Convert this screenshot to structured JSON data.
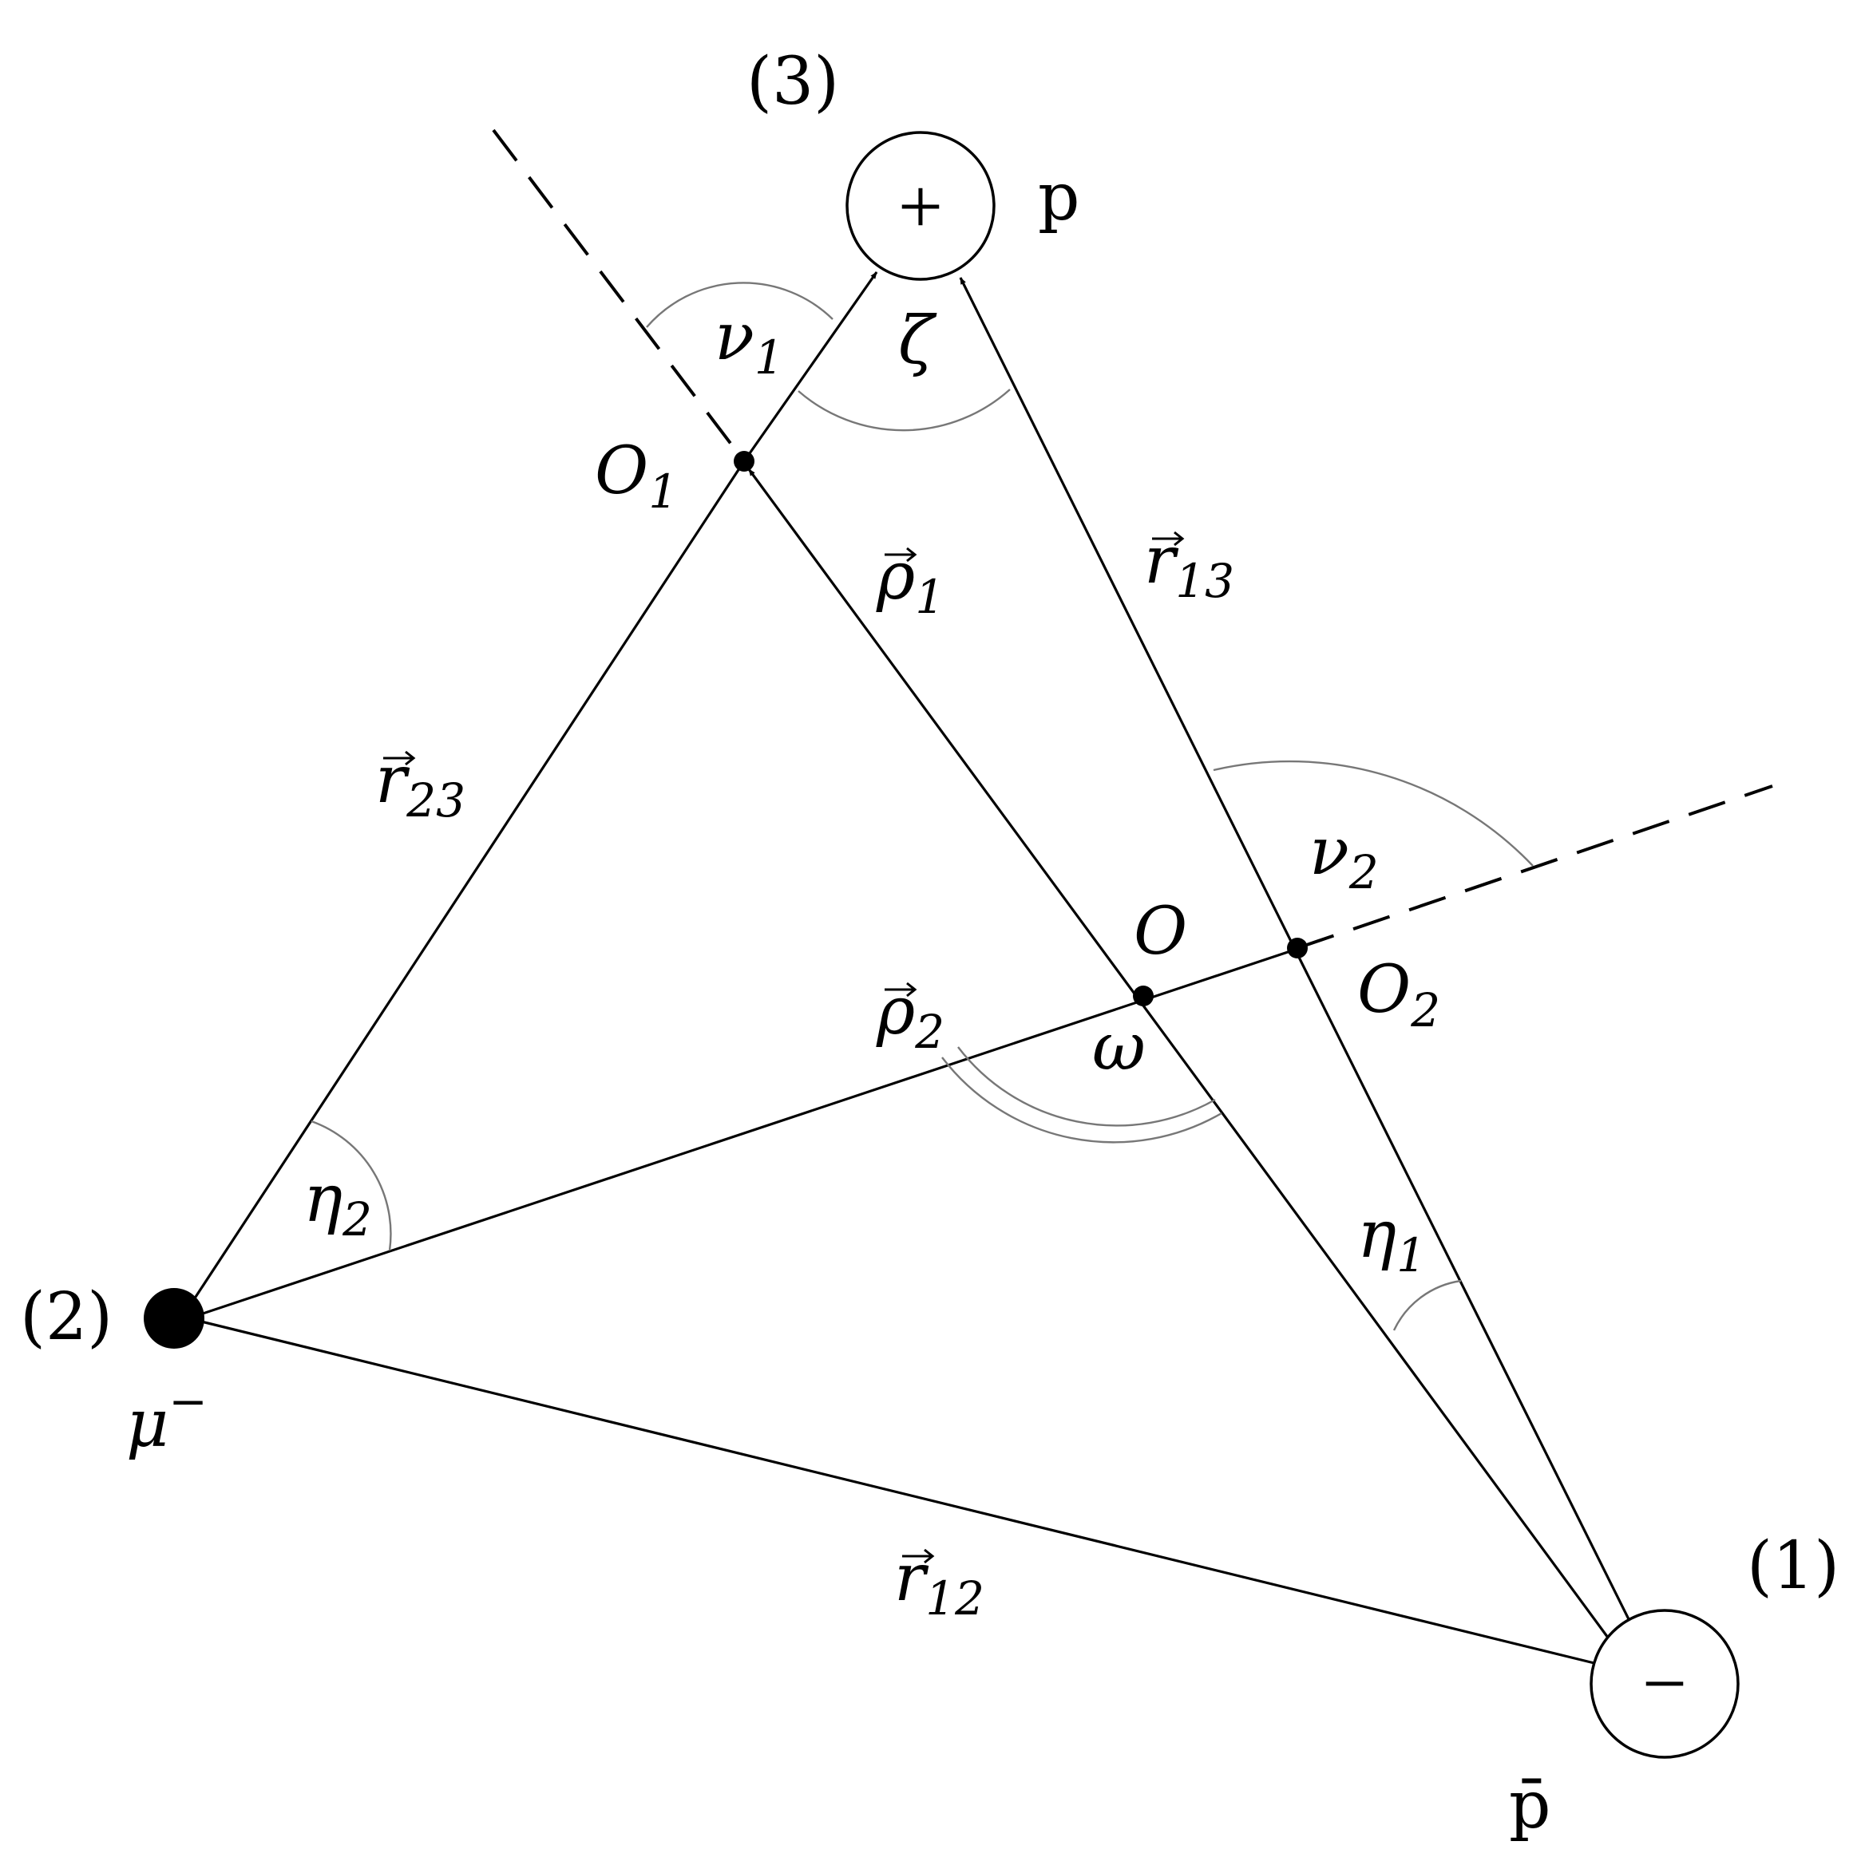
{
  "particles": {
    "p1": {
      "index": "(1)",
      "sign": "−",
      "name": "p̄"
    },
    "p2": {
      "index": "(2)",
      "name": "μ",
      "sup": "−"
    },
    "p3": {
      "index": "(3)",
      "sign": "+",
      "name": "p"
    }
  },
  "points": {
    "O": "O",
    "O1": {
      "base": "O",
      "sub": "1"
    },
    "O2": {
      "base": "O",
      "sub": "2"
    }
  },
  "vectors": {
    "r12": {
      "base": "r",
      "sub": "12"
    },
    "r13": {
      "base": "r",
      "sub": "13"
    },
    "r23": {
      "base": "r",
      "sub": "23"
    },
    "rho1": {
      "base": "ρ",
      "sub": "1"
    },
    "rho2": {
      "base": "ρ",
      "sub": "2"
    }
  },
  "angles": {
    "nu1": {
      "base": "ν",
      "sub": "1"
    },
    "nu2": {
      "base": "ν",
      "sub": "2"
    },
    "eta1": {
      "base": "η",
      "sub": "1"
    },
    "eta2": {
      "base": "η",
      "sub": "2"
    },
    "zeta": "ζ",
    "omega": "ω"
  }
}
